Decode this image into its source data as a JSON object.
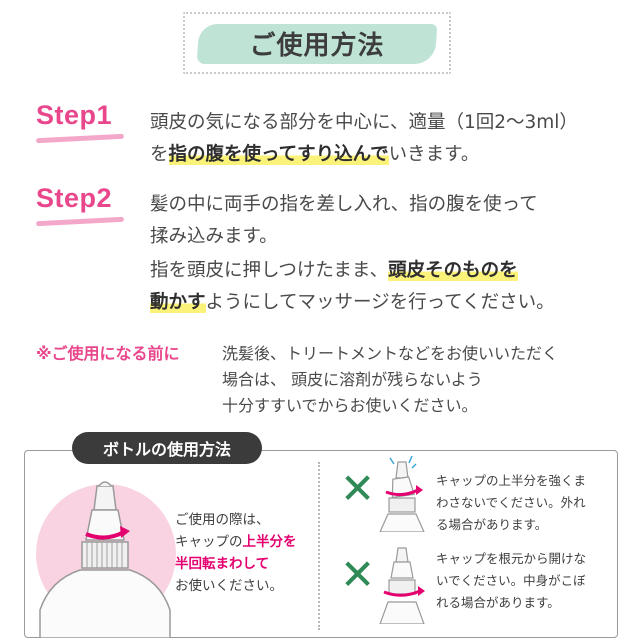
{
  "title": "ご使用方法",
  "step1": {
    "label": "Step1",
    "line1": "頭皮の気になる部分を中心に、適量（1回2～3ml）",
    "line2_pre": "を",
    "line2_highlight": "指の腹を使ってすり込んで",
    "line2_post": "いきます。"
  },
  "step2": {
    "label": "Step2",
    "line1": "髪の中に両手の指を差し入れ、指の腹を使って",
    "line2": "揉み込みます。",
    "line3_pre": "指を頭皮に押しつけたまま、",
    "line3_highlight": "頭皮そのものを",
    "line4_highlight": "動かす",
    "line4_post": "ようにしてマッサージを行ってください。"
  },
  "note": {
    "label": "※ご使用になる前に",
    "lines": [
      "洗髪後、トリートメントなどをお使いいただく",
      "場合は、 頭皮に溶剤が残らないよう",
      "十分すすいでからお使いください。"
    ]
  },
  "bottle": {
    "heading": "ボトルの使用方法",
    "left": {
      "line1": "ご使用の際は、",
      "line2_pre": "キャップの",
      "line2_highlight": "上半分を",
      "line3_highlight": "半回転まわして",
      "line4": "お使いください。"
    },
    "warnings": [
      {
        "mark": "✕",
        "lines": [
          "キャップの上半分を強くま",
          "わさないでください。外れ",
          "る場合があります。"
        ]
      },
      {
        "mark": "✕",
        "lines": [
          "キャップを根元から開けな",
          "いでください。中身がこぼ",
          "れる場合があります。"
        ]
      }
    ]
  },
  "colors": {
    "accent_pink": "#e9478c",
    "highlight_yellow": "#fbf27a",
    "title_mint": "#bfe4d6",
    "x_green": "#2f8a57"
  }
}
